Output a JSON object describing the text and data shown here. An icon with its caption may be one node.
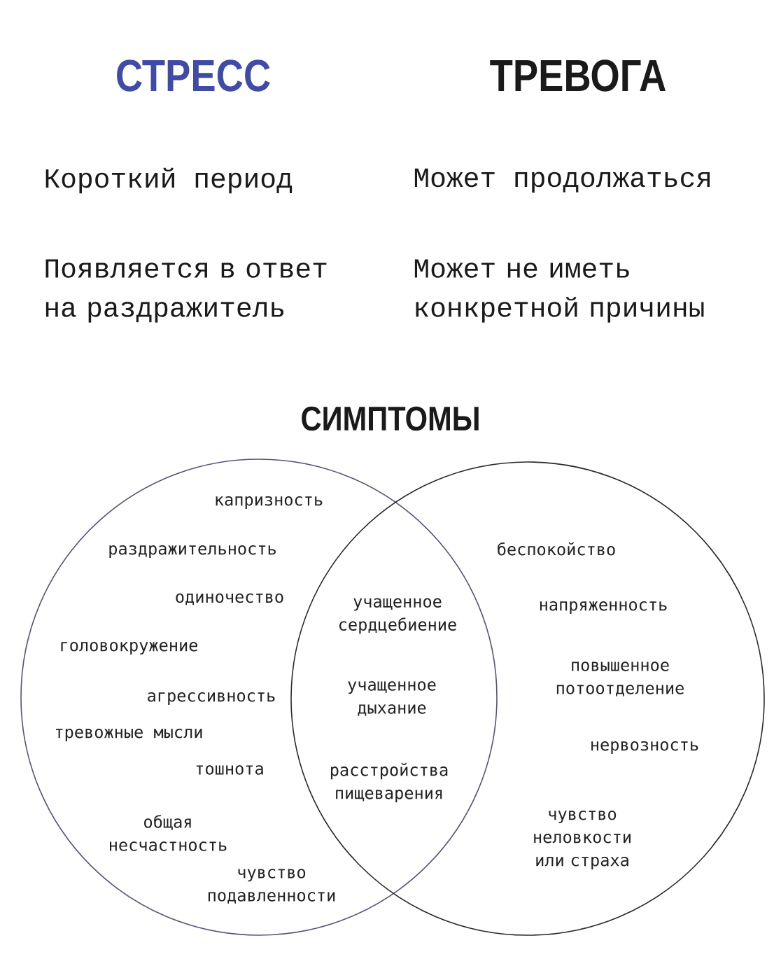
{
  "diagram": {
    "nodes": [
      {
        "text": [
          "капризность",
          "раздражительность",
          "одиночество",
          "головокружение",
          "агрессивность",
          "тревожные мысли",
          "тошнота",
          "общая несчастность",
          "чувство подавленности"
        ]
      },
      {
        "text": [
          "учащенное сердцебиение",
          "учащенное дыхание",
          "расстройства пищеварения"
        ]
      },
      {
        "text": [
          "беспокойство",
          "напряженность",
          "повышенное потоотделение",
          "нервозность",
          "чувство неловкости или страха"
        ]
      }
    ],
    "labels": [
      "СТРЕСС",
      "ТРЕВОГА",
      "Короткий период",
      "Может продолжаться",
      "Появляется в ответ на раздражитель",
      "Может не иметь конкретной причины",
      "СИМПТОМЫ"
    ]
  }
}
